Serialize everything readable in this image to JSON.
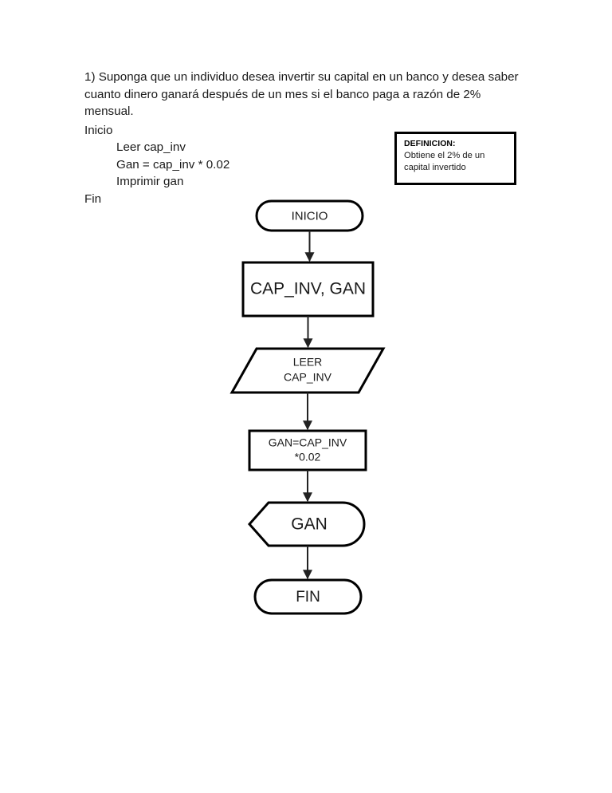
{
  "document": {
    "background_color": "#ffffff",
    "text_color": "#1a1a1a",
    "stroke_color": "#000000"
  },
  "statement": {
    "paragraph": "1) Suponga que un individuo desea invertir su capital en un banco y desea saber cuanto dinero ganará después de un mes si el banco paga a razón de 2% mensual.",
    "pseudocode": [
      "Inicio",
      "Leer cap_inv",
      "Gan = cap_inv * 0.02",
      "Imprimir gan",
      "Fin"
    ]
  },
  "definition": {
    "title": "DEFINICION:",
    "line1": "Obtiene el 2% de un",
    "line2": "capital invertido"
  },
  "flowchart": {
    "nodes": [
      {
        "id": "start",
        "shape": "terminator",
        "label": "INICIO"
      },
      {
        "id": "declare",
        "shape": "process",
        "label": "CAP_INV, GAN"
      },
      {
        "id": "read",
        "shape": "parallelogram",
        "label_line1": "LEER",
        "label_line2": "CAP_INV"
      },
      {
        "id": "assign",
        "shape": "process",
        "label_line1": "GAN=CAP_INV",
        "label_line2": "*0.02"
      },
      {
        "id": "output",
        "shape": "display",
        "label": "GAN"
      },
      {
        "id": "end",
        "shape": "terminator",
        "label": "FIN"
      }
    ],
    "edges": [
      {
        "from": "start",
        "to": "declare"
      },
      {
        "from": "declare",
        "to": "read"
      },
      {
        "from": "read",
        "to": "assign"
      },
      {
        "from": "assign",
        "to": "output"
      },
      {
        "from": "output",
        "to": "end"
      }
    ]
  }
}
